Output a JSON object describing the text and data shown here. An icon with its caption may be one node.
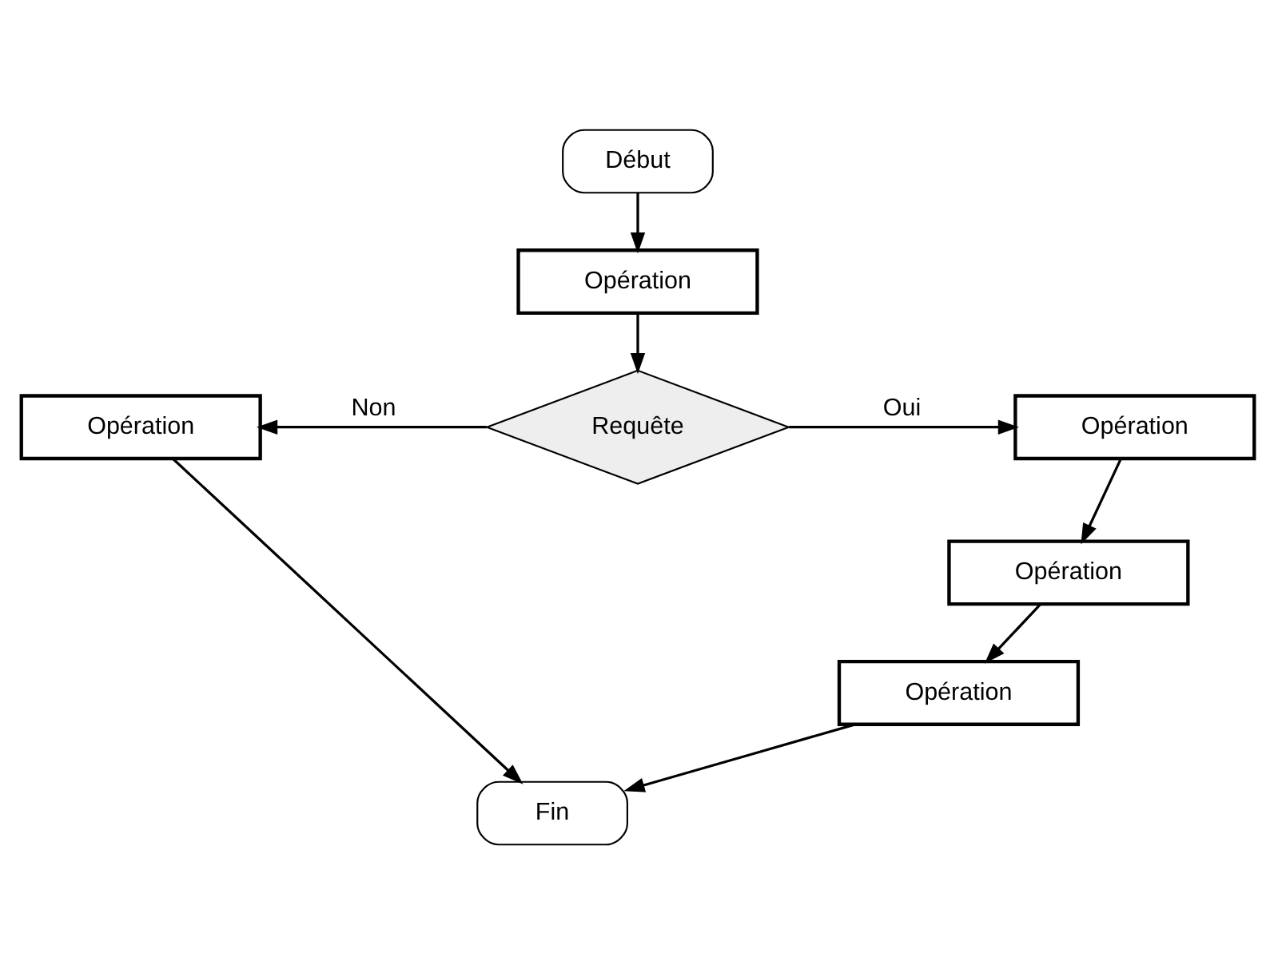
{
  "diagram": {
    "nodes": [
      {
        "text": [
          "Début"
        ]
      },
      {
        "text": [
          "Opération"
        ]
      },
      {
        "text": [
          "Requête"
        ]
      },
      {
        "text": [
          "Opération"
        ]
      },
      {
        "text": [
          "Opération"
        ]
      },
      {
        "text": [
          "Opération"
        ]
      },
      {
        "text": [
          "Opération"
        ]
      },
      {
        "text": [
          "Fin"
        ]
      }
    ],
    "edges": [
      {
        "from": 0,
        "to": 1,
        "arrow": "to"
      },
      {
        "from": 1,
        "to": 2,
        "arrow": "to"
      },
      {
        "from": 2,
        "to": 3,
        "arrow": "to",
        "label": "Non"
      },
      {
        "from": 2,
        "to": 4,
        "arrow": "to",
        "label": "Oui"
      },
      {
        "from": 4,
        "to": 5,
        "arrow": "to"
      },
      {
        "from": 5,
        "to": 6,
        "arrow": "to"
      },
      {
        "from": 3,
        "to": 7,
        "arrow": "to"
      },
      {
        "from": 6,
        "to": 7,
        "arrow": "to"
      }
    ]
  }
}
